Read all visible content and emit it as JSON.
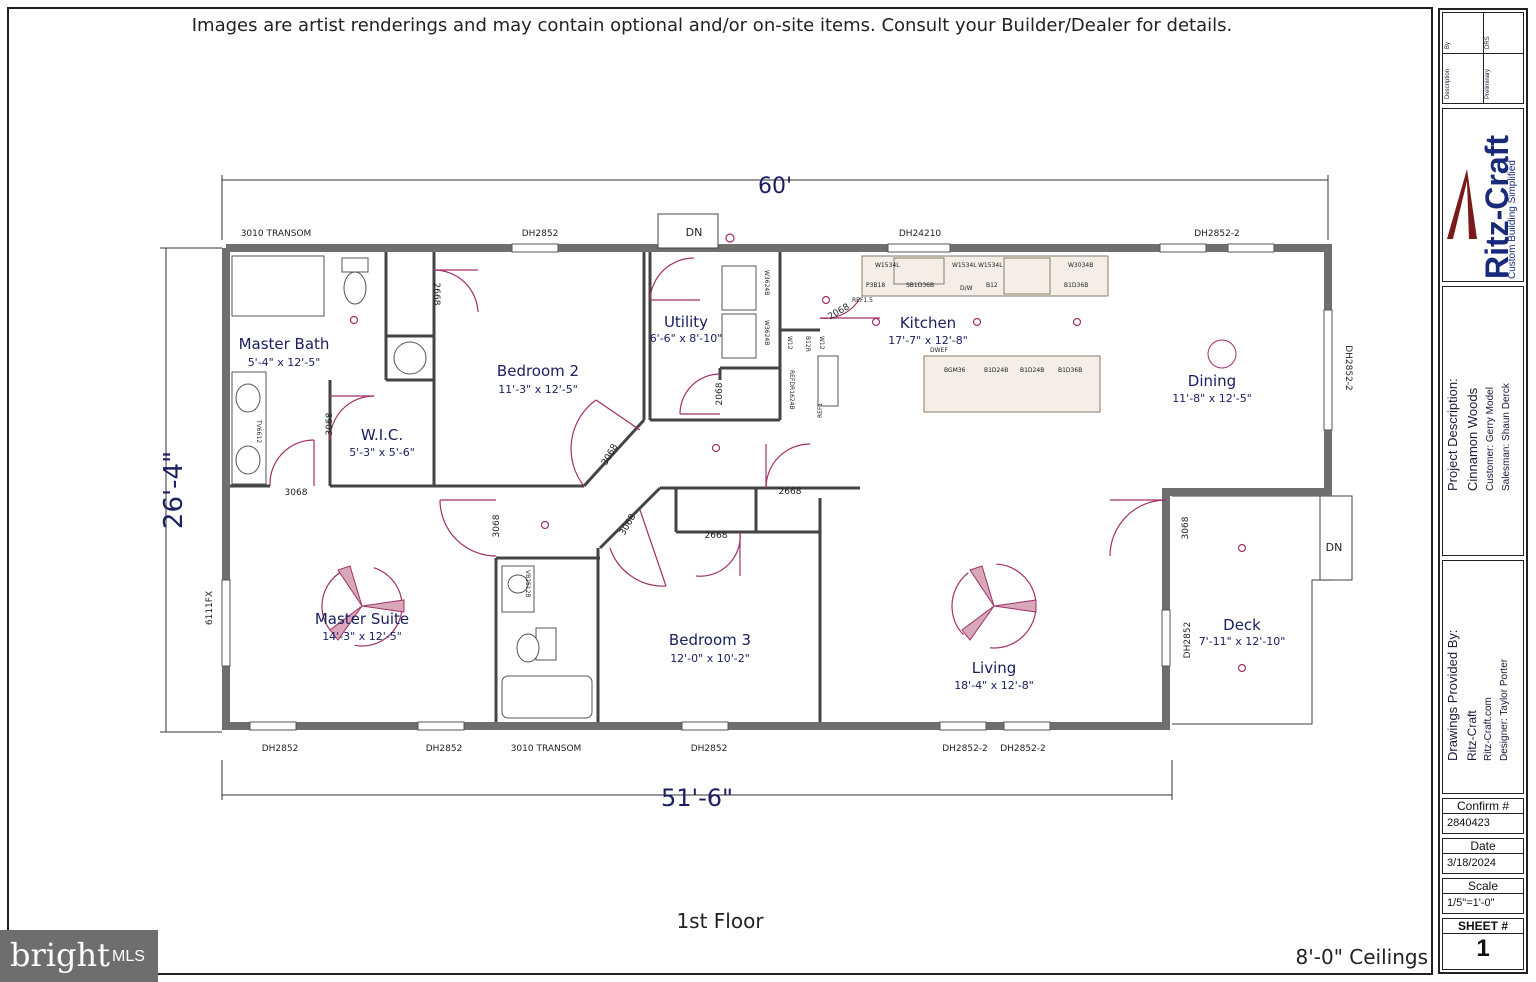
{
  "disclaimer": "Images are artist renderings and may contain optional and/or on-site items. Consult your Builder/Dealer for details.",
  "floor_label": "1st Floor",
  "ceilings": "8'-0\" Ceilings",
  "dimensions": {
    "top": "60'",
    "bottom": "51'-6\"",
    "side": "26'-4\""
  },
  "rooms": [
    {
      "name": "Master Bath",
      "size": "5'-4\" x 12'-5\""
    },
    {
      "name": "Bedroom 2",
      "size": "11'-3\" x 12'-5\""
    },
    {
      "name": "Utility",
      "size": "6'-6\" x 8'-10\""
    },
    {
      "name": "Kitchen",
      "size": "17'-7\" x 12'-8\""
    },
    {
      "name": "Dining",
      "size": "11'-8\" x 12'-5\""
    },
    {
      "name": "W.I.C.",
      "size": "5'-3\" x 5'-6\""
    },
    {
      "name": "Master Suite",
      "size": "14'-3\" x 12'-5\""
    },
    {
      "name": "Bedroom 3",
      "size": "12'-0\" x 10'-2\""
    },
    {
      "name": "Living",
      "size": "18'-4\" x 12'-8\""
    },
    {
      "name": "Deck",
      "size": "7'-11\" x 12'-10\""
    }
  ],
  "windows_top": [
    "3010 TRANSOM",
    "DH2852",
    "DH24210",
    "DH2852-2"
  ],
  "windows_bottom": [
    "DH2852",
    "DH2852",
    "3010 TRANSOM",
    "DH2852",
    "DH2852-2",
    "DH2852-2"
  ],
  "windows_side": {
    "left": "6111FX",
    "right": "DH2852-2",
    "deck": "DH2852"
  },
  "doors": [
    "2668",
    "3068",
    "3068",
    "3068",
    "3068",
    "3068",
    "2068",
    "2068",
    "2668",
    "2668",
    "3068"
  ],
  "stairs": [
    "DN",
    "DN"
  ],
  "cabinets": {
    "kitchen_top": [
      "W1534L",
      "W1534L",
      "W1534L",
      "W3034B"
    ],
    "kitchen_base": [
      "P3B18",
      "SB1D36B",
      "D/W",
      "B12",
      "B1D36B"
    ],
    "island": [
      "BGM36",
      "B1D24B",
      "B1D24B",
      "B1D36B"
    ],
    "island_label": "DWEF",
    "utility": [
      "W3624B",
      "W3624B"
    ],
    "misc": [
      "REF1.5",
      "W12",
      "B12R",
      "W12",
      "REF1",
      "REFDR1624B"
    ],
    "vanity": "TV6612",
    "bath3_vanity": "VB2512B"
  },
  "title_block": {
    "rev_headers": [
      "Description",
      "By",
      "Preliminary",
      "DRS"
    ],
    "brand": "Ritz-Craft",
    "tagline": "Custom Building Simplified",
    "project_heading": "Project Description:",
    "project_name": "Cinnamon Woods",
    "customer": "Customer: Gerry Model",
    "salesman": "Salesman: Shaun Derck",
    "drawings_heading": "Drawings Provided By:",
    "drawings_company": "Ritz-Craft",
    "drawings_web": "Ritz-Craft.com",
    "designer": "Designer: Taylor Porter",
    "confirm_label": "Confirm #",
    "confirm_value": "2840423",
    "date_label": "Date",
    "date_value": "3/18/2024",
    "scale_label": "Scale",
    "scale_value": "1/5\"=1'-0\"",
    "sheet_label": "SHEET #",
    "sheet_value": "1"
  },
  "watermark": {
    "word": "bright",
    "suffix": "MLS"
  },
  "colors": {
    "wall": "#7a7a7a",
    "text": "#1a2060",
    "door": "#a0306a",
    "cabinet": "#8a7a6a"
  }
}
